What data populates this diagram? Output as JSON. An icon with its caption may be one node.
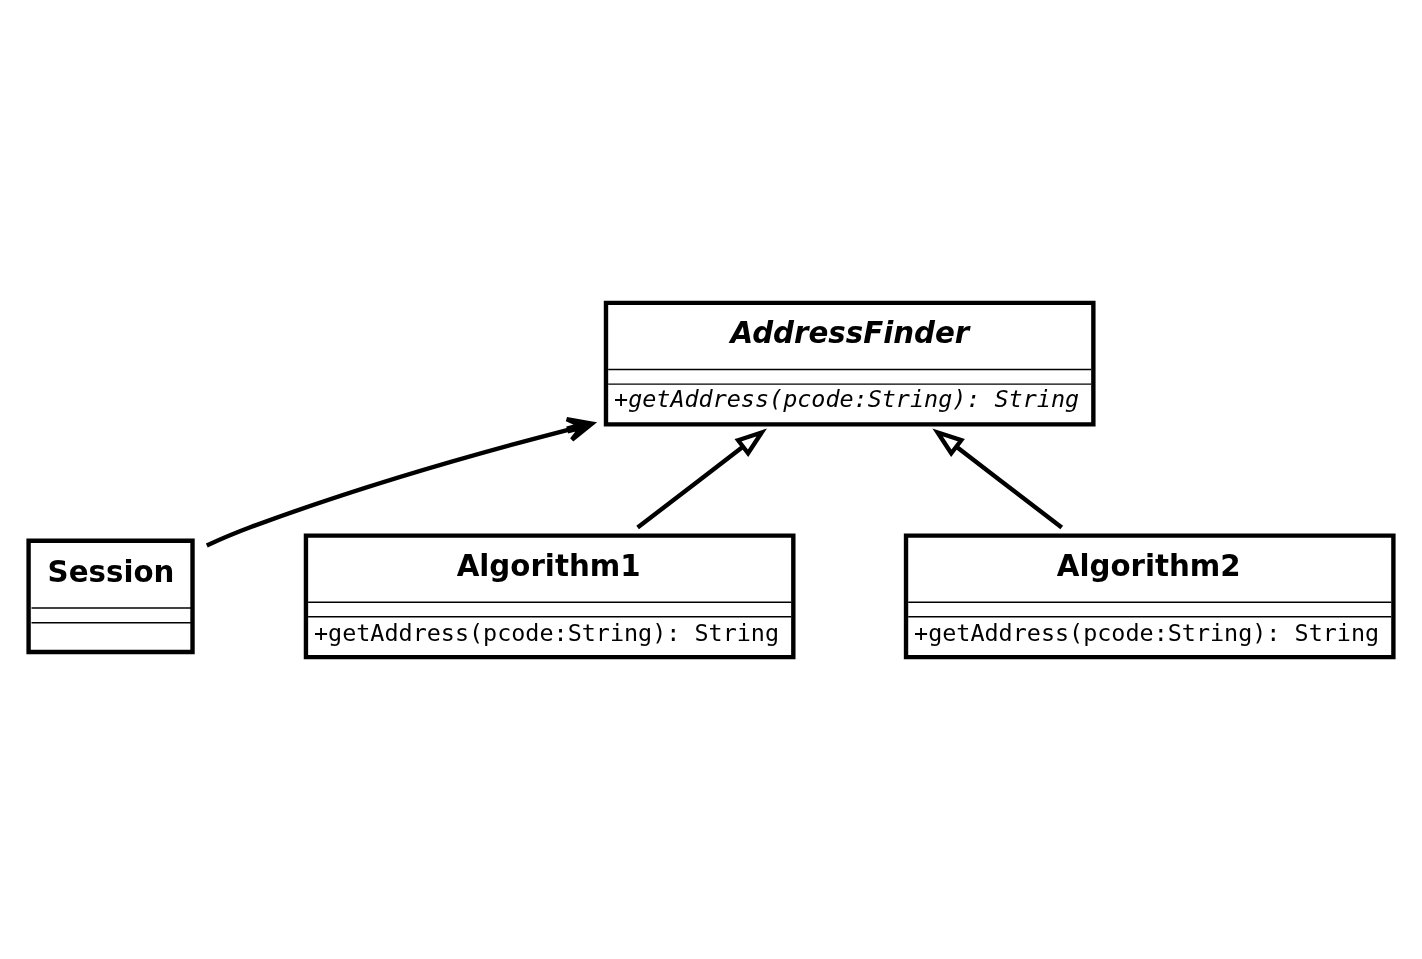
{
  "diagram": {
    "nodes": [
      {
        "text": [
          "Session"
        ]
      },
      {
        "text": [
          "AddressFinder",
          "+getAddress(pcode:String): String"
        ]
      },
      {
        "text": [
          "Algorithm1",
          "+getAddress(pcode:String): String"
        ]
      },
      {
        "text": [
          "Algorithm2",
          "+getAddress(pcode:String): String"
        ]
      }
    ],
    "edges": [
      {
        "from": 0,
        "to": 1,
        "arrow": "to"
      },
      {
        "from": 2,
        "to": 1,
        "arrow": "to"
      },
      {
        "from": 3,
        "to": 1,
        "arrow": "to"
      }
    ]
  }
}
